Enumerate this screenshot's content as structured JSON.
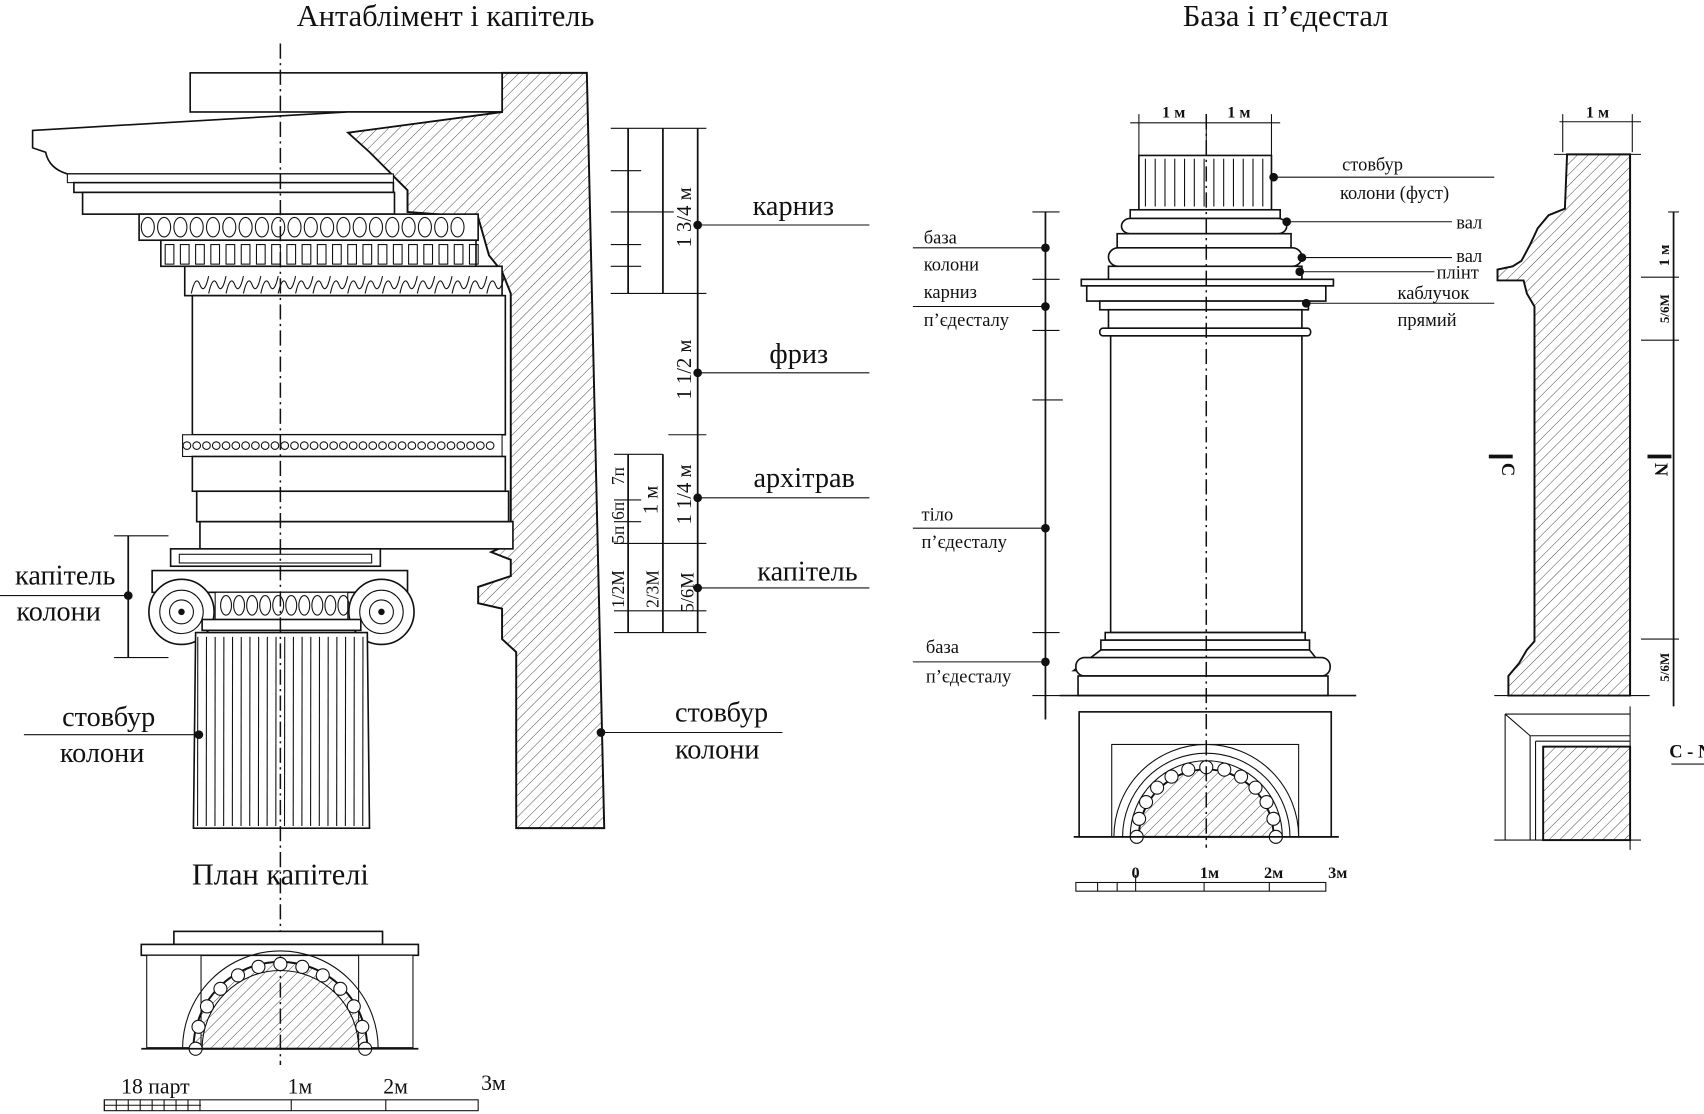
{
  "left": {
    "title": "Антаблімент і капітель",
    "dims": {
      "cornice": "1 3/4 м",
      "frieze": "1 1/2 м",
      "architrave": "1 1/4 м",
      "architrave_inner": "1 м",
      "fascia_7": "7п",
      "fascia_6": "6п",
      "fascia_5": "5п",
      "capital": "5/6М",
      "capital_a": "1/2М",
      "capital_b": "2/3М"
    },
    "labels": {
      "cornice": "карниз",
      "frieze": "фриз",
      "architrave": "архітрав",
      "capital": "капітель",
      "capital_col_1": "капітель",
      "capital_col_2": "колони",
      "shaft_l1": "стовбур",
      "shaft_l2": "колони",
      "shaft_r1": "стовбур",
      "shaft_r2": "колони"
    },
    "plan_title": "План капітелі",
    "scale": {
      "parts": "18 парт",
      "m1": "1м",
      "m2": "2м",
      "m3": "3м"
    }
  },
  "right": {
    "title": "База і п’єдестал",
    "dims": {
      "top_left": "1 м",
      "top_right": "1 м",
      "profile_top": "1 м",
      "profile_1": "1 м",
      "profile_2": "5/6М",
      "profile_3": "5/6М"
    },
    "labels": {
      "base_col_1": "база",
      "base_col_2": "колони",
      "cornice_ped_1": "карниз",
      "cornice_ped_2": "п’єдесталу",
      "body_ped_1": "тіло",
      "body_ped_2": "п’єдесталу",
      "base_ped_1": "база",
      "base_ped_2": "п’єдесталу",
      "shaft_1": "стовбур",
      "shaft_2": "колони (фуст)",
      "torus_1": "вал",
      "torus_2": "вал",
      "plinth": "плінт",
      "astragal_1": "каблучок",
      "astragal_2": "прямий"
    },
    "section": {
      "c": "C",
      "n": "N",
      "cn": "C - N"
    },
    "scale": {
      "zero": "0",
      "m1": "1м",
      "m2": "2м",
      "m3": "3м"
    }
  }
}
